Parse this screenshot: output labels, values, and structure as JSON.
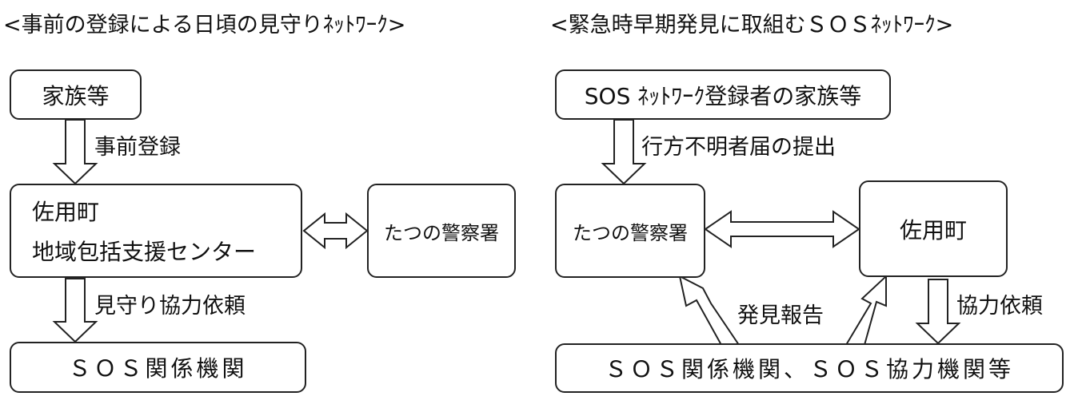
{
  "left": {
    "title": "<事前の登録による日頃の見守りﾈｯﾄﾜｰｸ>",
    "family_box": "家族等",
    "registration_label": "事前登録",
    "center_line1": "佐用町",
    "center_line2": "地域包括支援センター",
    "police_box": "たつの警察署",
    "watch_request_label": "見守り協力依頼",
    "sos_box": "ＳＯＳ関係機関"
  },
  "right": {
    "title": "<緊急時早期発見に取組むＳＯＳﾈｯﾄﾜｰｸ>",
    "family_box": "SOS ﾈｯﾄﾜｰｸ登録者の家族等",
    "missing_report_label": "行方不明者届の提出",
    "police_box": "たつの警察署",
    "town_box": "佐用町",
    "discovery_label": "発見報告",
    "cooperation_label": "協力依頼",
    "sos_box": "ＳＯＳ関係機関、ＳＯＳ協力機関等"
  }
}
